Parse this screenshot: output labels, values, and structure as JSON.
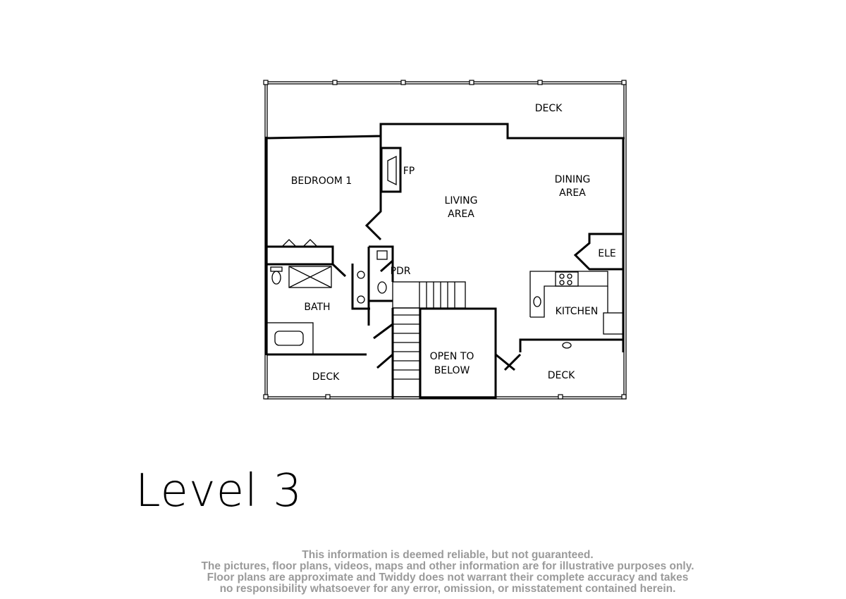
{
  "floor_plan": {
    "rooms": {
      "deck_top": "DECK",
      "bedroom": "BEDROOM 1",
      "fireplace": "FP",
      "living_line1": "LIVING",
      "living_line2": "AREA",
      "dining_line1": "DINING",
      "dining_line2": "AREA",
      "elevator": "ELE",
      "powder_room": "PDR",
      "kitchen": "KITCHEN",
      "bath": "BATH",
      "open_line1": "OPEN TO",
      "open_line2": "BELOW",
      "deck_bottom_left": "DECK",
      "deck_bottom_right": "DECK"
    }
  },
  "title": "Level 3",
  "disclaimer": [
    "This information is deemed reliable, but not guaranteed.",
    "The pictures, floor plans, videos, maps and other information are for illustrative purposes only.",
    "Floor plans are approximate and Twiddy does not warrant their complete accuracy and takes",
    "no responsibility whatsoever for any error, omission, or misstatement contained herein."
  ]
}
